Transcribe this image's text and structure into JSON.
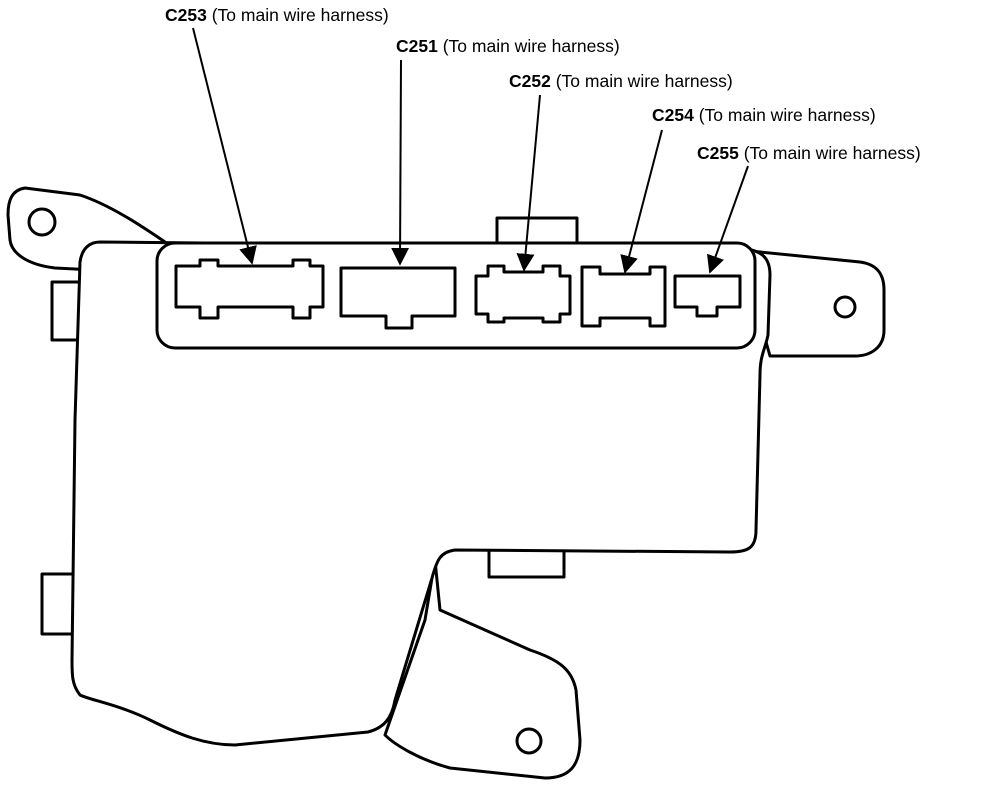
{
  "colors": {
    "line": "#000000",
    "background": "#ffffff"
  },
  "connectors": [
    {
      "id": "c253",
      "code": "C253",
      "desc": "(To main wire harness)"
    },
    {
      "id": "c251",
      "code": "C251",
      "desc": "(To main wire harness)"
    },
    {
      "id": "c252",
      "code": "C252",
      "desc": "(To main wire harness)"
    },
    {
      "id": "c254",
      "code": "C254",
      "desc": "(To main wire harness)"
    },
    {
      "id": "c255",
      "code": "C255",
      "desc": "(To main wire harness)"
    }
  ]
}
